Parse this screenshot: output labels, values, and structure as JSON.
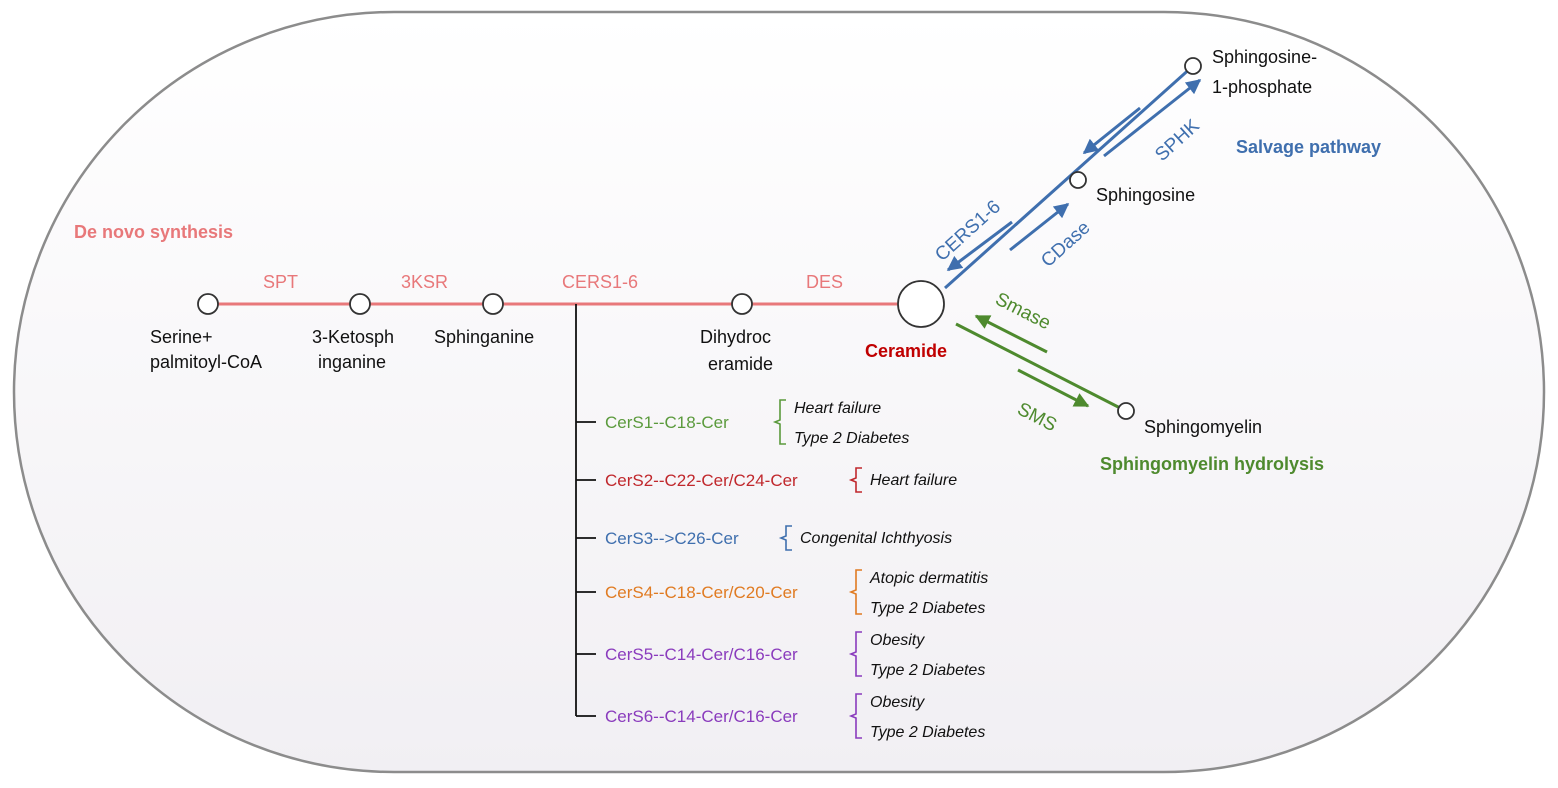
{
  "sections": {
    "de_novo": "De novo synthesis",
    "salvage": "Salvage pathway",
    "sm_hydrolysis": "Sphingomyelin hydrolysis"
  },
  "enzymes": {
    "spt": "SPT",
    "ksr": "3KSR",
    "cers": "CERS1-6",
    "des": "DES",
    "cers_salvage": "CERS1-6",
    "cdase": "CDase",
    "sphk": "SPHK",
    "smase": "Smase",
    "sms": "SMS"
  },
  "metabolites": {
    "serine_1": "Serine+",
    "serine_2": "palmitoyl-CoA",
    "keto_1": "3-Ketosph",
    "keto_2": "inganine",
    "sphinganine": "Sphinganine",
    "dihydro_1": "Dihydroc",
    "dihydro_2": "eramide",
    "ceramide": "Ceramide",
    "sphingosine": "Sphingosine",
    "s1p_1": "Sphingosine-",
    "s1p_2": "1-phosphate",
    "sphingomyelin": "Sphingomyelin"
  },
  "cers_list": [
    {
      "label": "CerS1--C18-Cer",
      "color": "#5b9a3c",
      "diseases": [
        "Heart failure",
        "Type 2 Diabetes"
      ]
    },
    {
      "label": "CerS2--C22-Cer/C24-Cer",
      "color": "#c0282d",
      "diseases": [
        "Heart failure"
      ]
    },
    {
      "label": "CerS3-->C26-Cer",
      "color": "#3f6fae",
      "diseases": [
        "Congenital Ichthyosis"
      ]
    },
    {
      "label": "CerS4--C18-Cer/C20-Cer",
      "color": "#e07b22",
      "diseases": [
        "Atopic dermatitis",
        "Type 2 Diabetes"
      ]
    },
    {
      "label": "CerS5--C14-Cer/C16-Cer",
      "color": "#8a3bbd",
      "diseases": [
        "Obesity",
        "Type 2 Diabetes"
      ]
    },
    {
      "label": "CerS6--C14-Cer/C16-Cer",
      "color": "#8a3bbd",
      "diseases": [
        "Obesity",
        "Type 2 Diabetes"
      ]
    }
  ],
  "colors": {
    "de_novo": "#e8787a",
    "salvage": "#3f6fae",
    "sm_hydrolysis": "#4e8a2e",
    "ceramide": "#c00000"
  }
}
